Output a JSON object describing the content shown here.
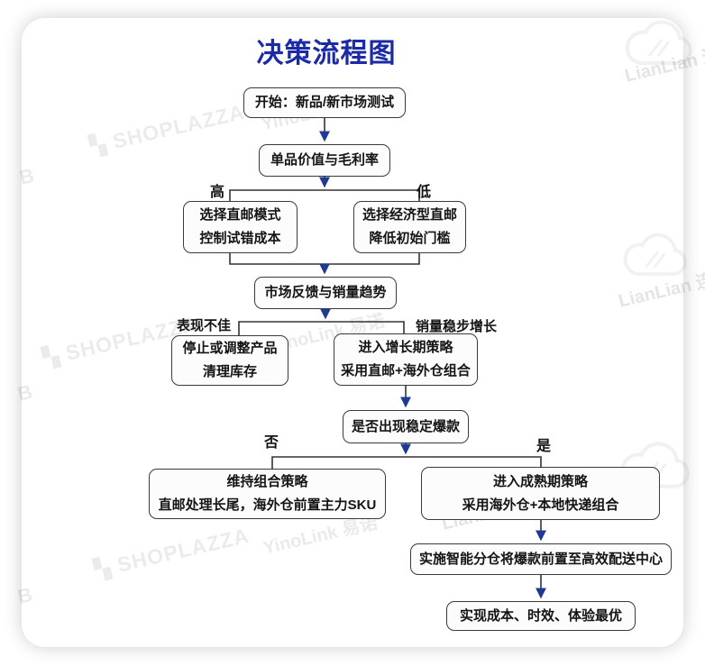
{
  "title": "决策流程图",
  "colors": {
    "title_blue": "#1b2aa6",
    "arrowhead_navy": "#1f3a93",
    "connector_dark": "#333333",
    "box_border": "#3a3a3a",
    "box_background": "#fcfcfd"
  },
  "nodes": {
    "start": {
      "label": "开始：新品/新市场测试"
    },
    "value_margin": {
      "label": "单品价值与毛利率"
    },
    "direct_mail": {
      "label": "选择直邮模式\n控制试错成本"
    },
    "economy_mail": {
      "label": "选择经济型直邮\n降低初始门槛"
    },
    "feedback": {
      "label": "市场反馈与销量趋势"
    },
    "stop_adjust": {
      "label": "停止或调整产品\n清理库存"
    },
    "growth_stage": {
      "label": "进入增长期策略\n采用直邮+海外仓组合"
    },
    "hot_item_check": {
      "label": "是否出现稳定爆款"
    },
    "maintain_combo": {
      "label": "维持组合策略\n直邮处理长尾，海外仓前置主力SKU"
    },
    "mature_stage": {
      "label": "进入成熟期策略\n采用海外仓+本地快递组合"
    },
    "smart_warehouse": {
      "label": "实施智能分仓将爆款前置至高效配送中心"
    },
    "optimal_result": {
      "label": "实现成本、时效、体验最优"
    }
  },
  "branches": {
    "high": "高",
    "low": "低",
    "poor": "表现不佳",
    "steady": "销量稳步增长",
    "no": "否",
    "yes": "是"
  },
  "watermarks": {
    "shoplazza": "SHOPLAZZA",
    "yinolink": "YinoLink 易诺",
    "lianlian": "LianLian 连连",
    "partial_b": "B",
    "cloud_icon": "yt-cloud-logo"
  }
}
